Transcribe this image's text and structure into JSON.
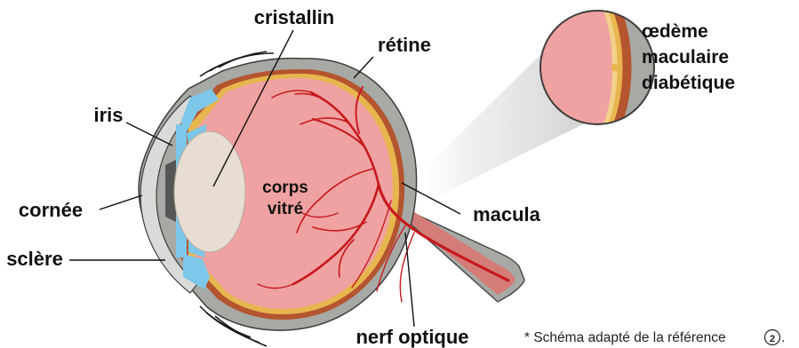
{
  "labels": {
    "cristallin": "cristallin",
    "retine": "rétine",
    "iris": "iris",
    "cornee": "cornée",
    "sclere": "sclère",
    "corps_line1": "corps",
    "corps_line2": "vitré",
    "macula": "macula",
    "nerf_optique": "nerf optique",
    "oedeme_line1": "œdème",
    "oedeme_line2": "maculaire",
    "oedeme_line3": "diabétique"
  },
  "footnote": {
    "text": "* Schéma adapté de la référence",
    "reference_number": "2"
  },
  "colors": {
    "vitreous": "#EFA2A1",
    "sclera": "#A7A9A5",
    "retina": "#E7B64F",
    "choroid": "#B4552F",
    "iris": "#7CC7EA",
    "lens": "#E8DDD2",
    "vessel": "#C7191E",
    "optic_nerve": "#D47D78"
  }
}
